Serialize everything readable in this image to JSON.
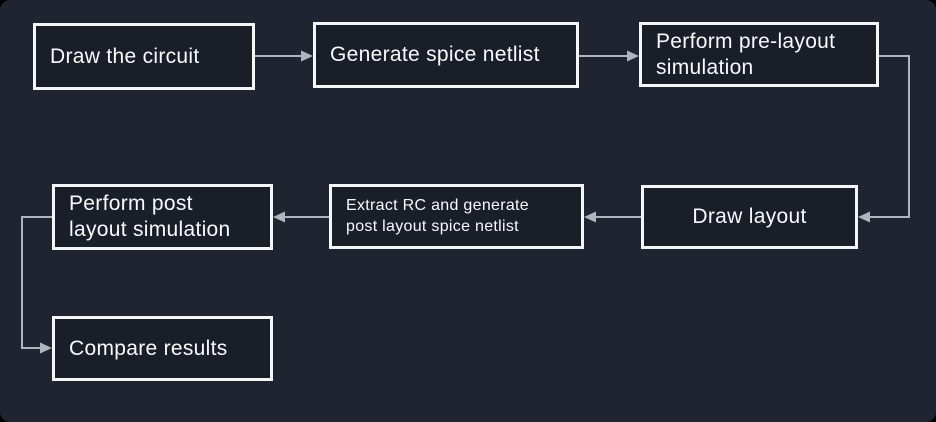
{
  "diagram": {
    "type": "flowchart",
    "colors": {
      "background": "#202430",
      "node_fill": "#1a1e29",
      "node_border": "#f5f6f8",
      "arrow": "#b0b5bd",
      "text": "#f8f9fb"
    },
    "nodes": [
      {
        "id": "draw-circuit",
        "label": "Draw the circuit"
      },
      {
        "id": "generate-netlist",
        "label": "Generate spice netlist"
      },
      {
        "id": "pre-layout-sim",
        "label": "Perform pre-layout\nsimulation"
      },
      {
        "id": "draw-layout",
        "label": "Draw layout"
      },
      {
        "id": "extract-rc",
        "label": "Extract RC and generate\npost layout spice netlist"
      },
      {
        "id": "post-layout-sim",
        "label": "Perform post\nlayout simulation"
      },
      {
        "id": "compare-results",
        "label": "Compare results"
      }
    ],
    "edges": [
      {
        "from": "draw-circuit",
        "to": "generate-netlist"
      },
      {
        "from": "generate-netlist",
        "to": "pre-layout-sim"
      },
      {
        "from": "pre-layout-sim",
        "to": "draw-layout"
      },
      {
        "from": "draw-layout",
        "to": "extract-rc"
      },
      {
        "from": "extract-rc",
        "to": "post-layout-sim"
      },
      {
        "from": "post-layout-sim",
        "to": "compare-results"
      }
    ]
  }
}
